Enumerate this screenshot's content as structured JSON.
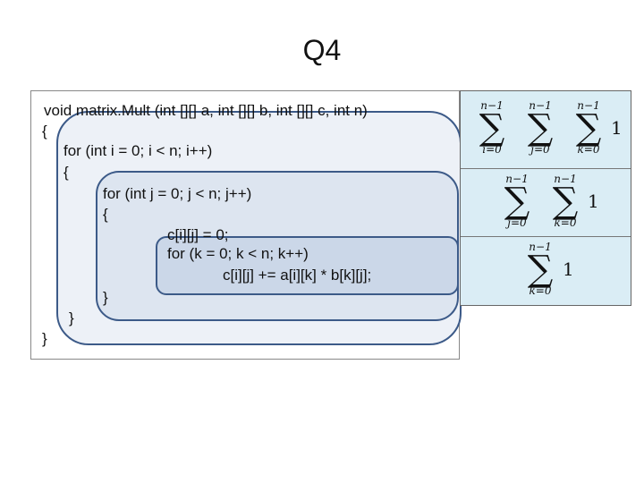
{
  "title": "Q4",
  "code": {
    "line1": "void matrix.Mult (int [][] a, int [][] b, int [][] c, int n)",
    "line2": "{",
    "line3": "for (int i = 0; i < n; i++)",
    "line4": "{",
    "line5": "for (int j = 0; j < n; j++)",
    "line6": "{",
    "line7": "c[i][j] = 0;",
    "line8": "for (k = 0; k < n; k++)",
    "line9": "c[i][j] += a[i][k] * b[k][j];",
    "line10": "}",
    "line11": "}",
    "line12": "}"
  },
  "sums": {
    "sigma": "∑",
    "upper": "n−1",
    "lower_i": "i=0",
    "lower_j": "j=0",
    "lower_k": "k=0",
    "term": "1"
  }
}
